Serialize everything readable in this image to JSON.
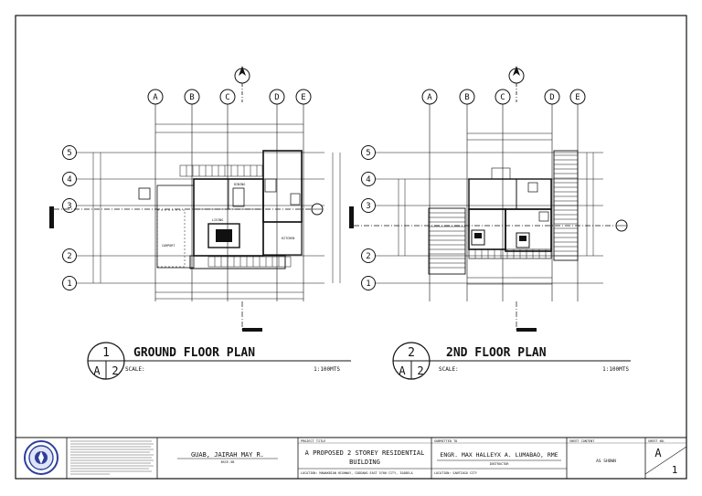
{
  "plans": [
    {
      "number": "1",
      "sheet": "A",
      "sheet_num": "2",
      "title": "GROUND FLOOR PLAN",
      "scale_label": "SCALE:",
      "scale_value": "1:100MTS",
      "grid_letters": [
        "A",
        "B",
        "C",
        "D",
        "E"
      ],
      "grid_numbers": [
        "5",
        "4",
        "3",
        "2",
        "1"
      ],
      "rooms": [
        "CARPORT",
        "LIVING",
        "KITCHEN",
        "DINING"
      ]
    },
    {
      "number": "2",
      "sheet": "A",
      "sheet_num": "2",
      "title": "2ND FLOOR PLAN",
      "scale_label": "SCALE:",
      "scale_value": "1:100MTS",
      "grid_letters": [
        "A",
        "B",
        "C",
        "D",
        "E"
      ],
      "grid_numbers": [
        "5",
        "4",
        "3",
        "2",
        "1"
      ]
    }
  ],
  "title_block": {
    "designer_name": "GUAB, JAIRAH MAY R.",
    "designer_sub": "BSCE-5B",
    "project_title_label": "PROJECT TITLE",
    "project_title_line1": "A PROPOSED 2 STOREY RESIDENTIAL",
    "project_title_line2": "BUILDING",
    "location": "LOCATION: MANAKBIAN HIGHWAY, CUDDANG EAST 5700 CITY, ISABELA",
    "submitted_label": "SUBMITTED TO",
    "submitted_to": "ENGR. MAX HALLEYX A. LUMABAO, RME",
    "submitted_role": "INSTRUCTOR",
    "location2": "LOCATION: SANTIAGO CITY",
    "sheet_content_label": "SHEET CONTENT",
    "sheet_content_value": "AS SHOWN",
    "sheet_no_label": "SHEET NO.",
    "sheet_letter": "A",
    "sheet_number": "1"
  }
}
